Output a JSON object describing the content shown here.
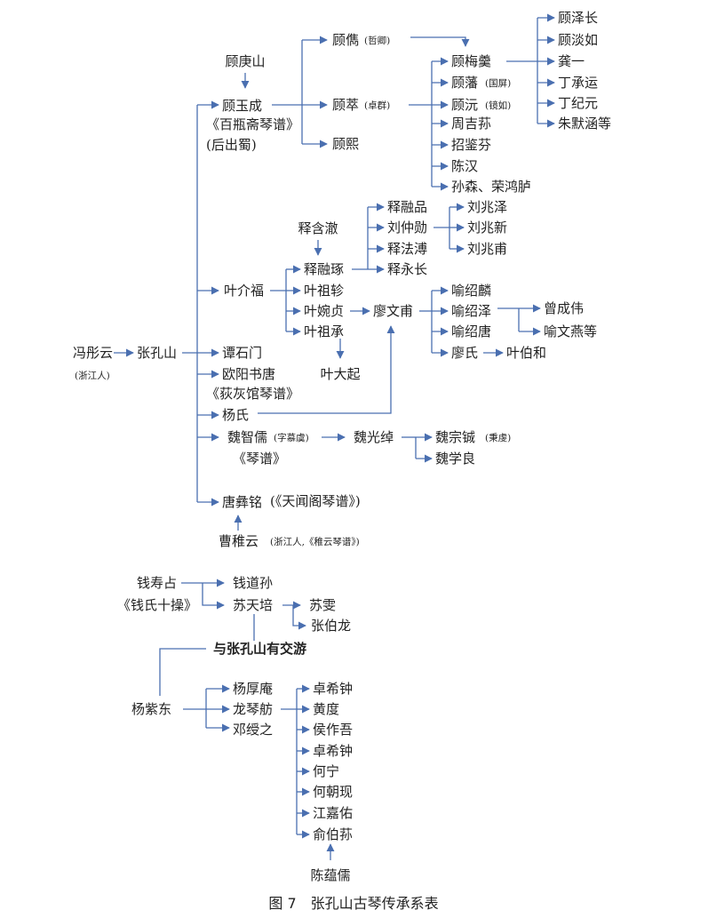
{
  "caption": "图 7　张孔山古琴传承系表",
  "gu_line": {
    "gu_gengshan": "顾庚山",
    "gu_yucheng": "顾玉成",
    "gu_yucheng_note1": "《百瓶斋琴谱》",
    "gu_yucheng_note2": "(后出蜀)",
    "gu_jun": "顾儁",
    "gu_jun_note": "(哲卿)",
    "gu_cui": "顾萃",
    "gu_cui_note": "(卓群)",
    "gu_xi": "顾熙",
    "gu_meixian": "顾梅羹",
    "gu_fan": "顾藩",
    "gu_fan_note": "(国屏)",
    "gu_yuan": "顾沅",
    "gu_yuan_note": "(镜如)",
    "zhou_jisun": "周吉荪",
    "zhao_jianfen": "招鉴芬",
    "chen_han": "陈汉",
    "sun_sen": "孙森、荣鸿胪",
    "gu_zechang": "顾泽长",
    "gu_danru": "顾淡如",
    "gong_yi": "龚一",
    "ding_chengyun": "丁承运",
    "ding_jiyuan": "丁纪元",
    "zhu_mohan": "朱默涵等"
  },
  "ye_line": {
    "ye_jiefu": "叶介福",
    "shi_hanche": "释含澈",
    "shi_rongzhuo": "释融琢",
    "ye_zuling": "叶祖轸",
    "ye_wanzhen": "叶婉贞",
    "ye_zucheng": "叶祖承",
    "ye_daqi": "叶大起",
    "shi_rongpin": "释融品",
    "liu_zhongxun": "刘仲勋",
    "shi_fapu": "释法溥",
    "shi_yongchang": "释永长",
    "liu_zhaoze": "刘兆泽",
    "liu_zhaoxin": "刘兆新",
    "liu_zhaofu": "刘兆甫",
    "liao_wenfu": "廖文甫",
    "yu_shaolin": "喻绍麟",
    "yu_shaoze": "喻绍泽",
    "yu_shaotang": "喻绍唐",
    "liao_shi": "廖氏",
    "ye_bohe": "叶伯和",
    "zeng_chengwei": "曾成伟",
    "yu_wenyan": "喻文燕等"
  },
  "root": {
    "feng_tongyun": "冯彤云",
    "feng_note": "(浙江人)",
    "zhang_kongshan": "张孔山",
    "tan_shimen": "谭石门",
    "ouyang_shutang": "欧阳书唐",
    "ouyang_note": "《荻灰馆琴谱》",
    "yang_shi": "杨氏",
    "wei_zhiru": "魏智儒",
    "wei_zhiru_note": "(字慕虞)",
    "wei_zhiru_book": "《琴谱》",
    "wei_guangzhuo": "魏光绰",
    "wei_zongcheng": "魏宗铖",
    "wei_zongcheng_note": "(秉虔)",
    "wei_xueliang": "魏学良",
    "tang_yiming": "唐彝铭",
    "tang_note": "(《天闻阁琴谱》)",
    "cao_zhiyun": "曹稚云",
    "cao_note": "(浙江人,《稚云琴谱》)"
  },
  "qian_group": {
    "qian_shouzhan": "钱寿占",
    "qian_note": "《钱氏十操》",
    "qian_daosun": "钱道孙",
    "su_tianpei": "苏天培",
    "su_wen": "苏雯",
    "zhang_bolong": "张伯龙",
    "friends": "与张孔山有交游"
  },
  "yang_group": {
    "yang_zidong": "杨紫东",
    "yang_houan": "杨厚庵",
    "long_qinfang": "龙琴舫",
    "deng_shouzhi": "邓绶之",
    "zhuo_xizhong1": "卓希钟",
    "huang_du": "黄度",
    "hou_zuowu": "侯作吾",
    "zhuo_xizhong2": "卓希钟",
    "he_ning": "何宁",
    "he_chaoxian": "何朝现",
    "jiang_jiayou": "江嘉佑",
    "yu_bosun": "俞伯荪",
    "chen_yunru": "陈蕴儒"
  }
}
